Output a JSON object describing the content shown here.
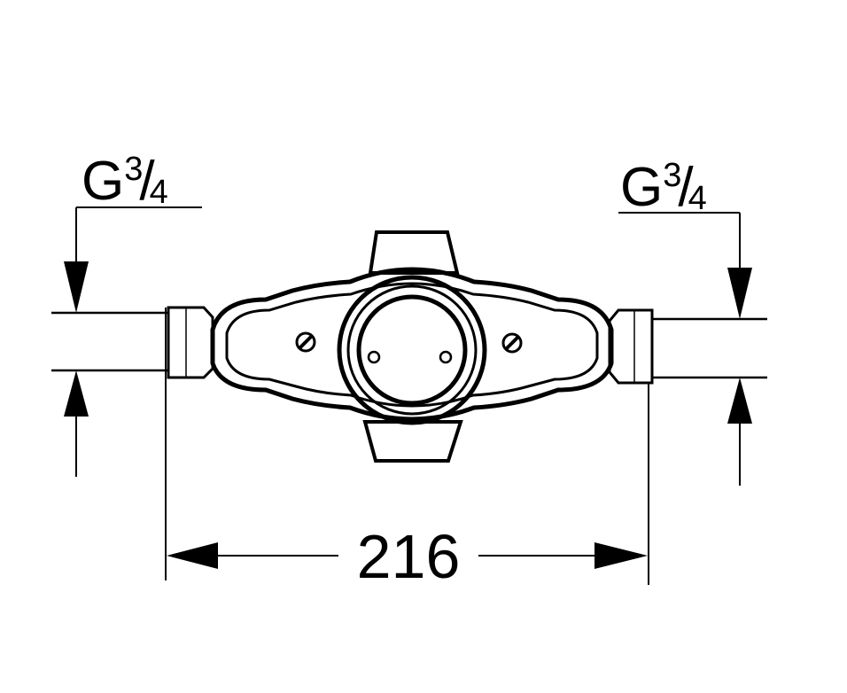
{
  "labels": {
    "left_thread": {
      "base": "G",
      "numerator": "3",
      "slash": "/",
      "denominator": "4"
    },
    "right_thread": {
      "base": "G",
      "numerator": "3",
      "slash": "/",
      "denominator": "4"
    },
    "overall_width": "216"
  },
  "colors": {
    "line": "#000000",
    "background": "#ffffff"
  }
}
